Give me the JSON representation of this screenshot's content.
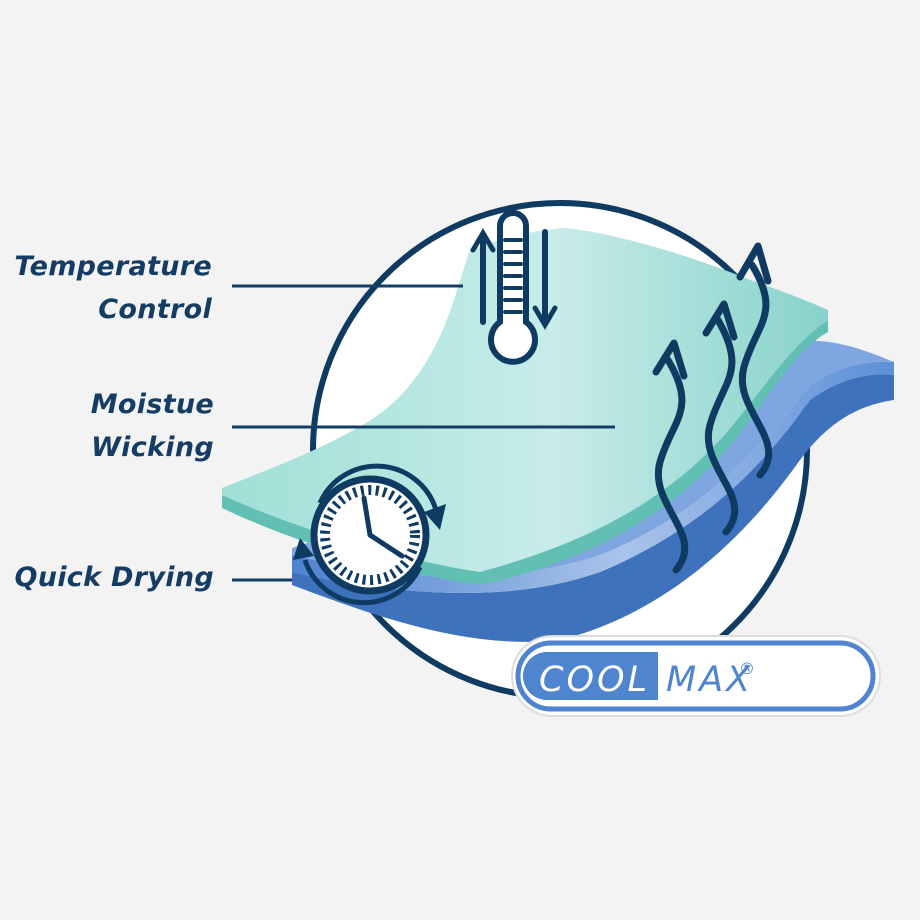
{
  "features": {
    "temperature": {
      "line1": "Temperature",
      "line2": "Control",
      "icon": "thermometer-icon"
    },
    "moisture": {
      "line1": "Moistue",
      "line2": "Wicking",
      "icon": "wavy-arrows-icon"
    },
    "drying": {
      "label": "Quick Drying",
      "icon": "clock-icon"
    }
  },
  "brand": {
    "part1": "COOL",
    "part2": "MAX",
    "mark": "®"
  },
  "colors": {
    "navy": "#0f3b63",
    "teal_layer": "#8fd8cf",
    "blue_layer": "#5b8fd6",
    "badge_blue": "#4f84cf",
    "background": "#f3f3f3"
  }
}
